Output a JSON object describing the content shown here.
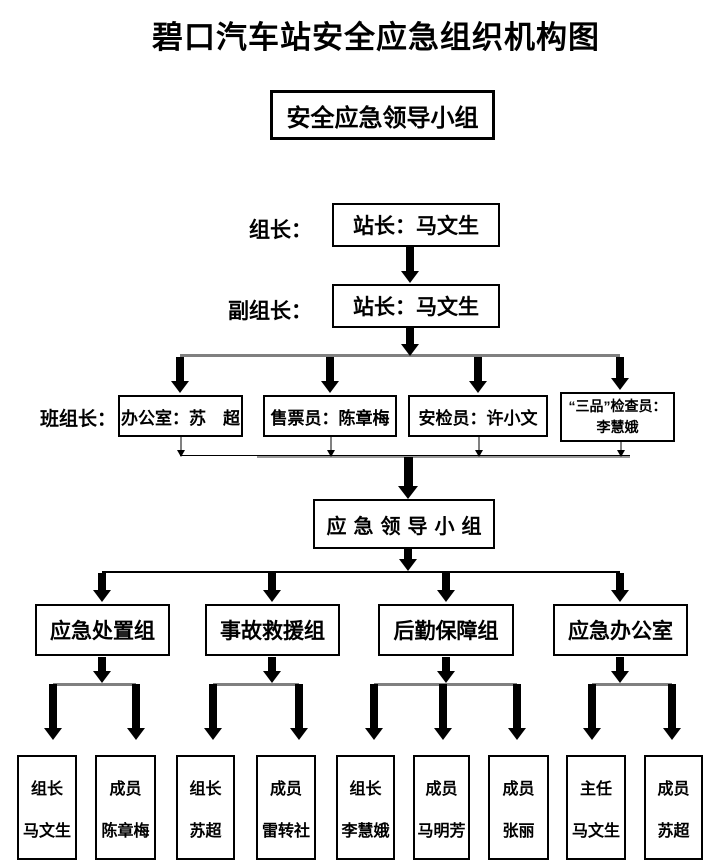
{
  "title": "碧口汽车站安全应急组织机构图",
  "top_box": {
    "label": "安全应急领导小组"
  },
  "leader_row": {
    "label": "组长：",
    "box": "站长：马文生"
  },
  "deputy_row": {
    "label": "副组长：",
    "box": "站长：马文生"
  },
  "team_leader_row": {
    "label": "班组长：",
    "boxes": [
      {
        "text": "办公室：苏　超"
      },
      {
        "text": "售票员：陈章梅"
      },
      {
        "text": "安检员：许小文"
      },
      {
        "line1": "“三品”检查员：",
        "line2": "李慧娥"
      }
    ]
  },
  "emergency_group": {
    "label": "应急领导小组"
  },
  "groups": [
    {
      "name": "应急处置组",
      "members": [
        {
          "role": "组长",
          "person": "马文生"
        },
        {
          "role": "成员",
          "person": "陈章梅"
        }
      ]
    },
    {
      "name": "事故救援组",
      "members": [
        {
          "role": "组长",
          "person": "苏超"
        },
        {
          "role": "成员",
          "person": "雷转社"
        }
      ]
    },
    {
      "name": "后勤保障组",
      "members": [
        {
          "role": "组长",
          "person": "李慧娥"
        },
        {
          "role": "成员",
          "person": "马明芳"
        },
        {
          "role": "成员",
          "person": "张丽"
        }
      ]
    },
    {
      "name": "应急办公室",
      "members": [
        {
          "role": "主任",
          "person": "马文生"
        },
        {
          "role": "成员",
          "person": "苏超"
        }
      ]
    }
  ],
  "colors": {
    "text": "#000000",
    "box_border": "#000000",
    "connector_black": "#000000",
    "connector_gray": "#808080",
    "background": "#ffffff"
  }
}
